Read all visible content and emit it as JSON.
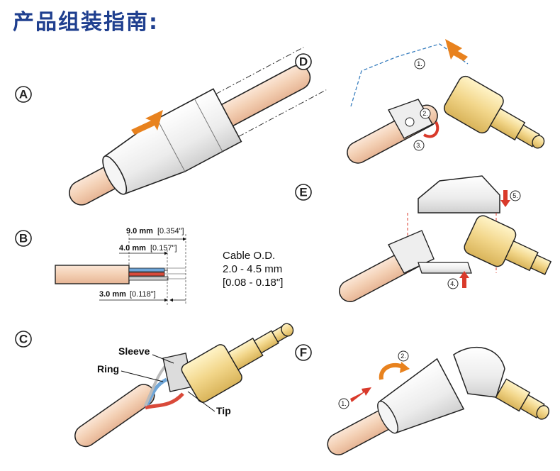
{
  "title": "产品组装指南:",
  "steps": {
    "a": "A",
    "b": "B",
    "c": "C",
    "d": "D",
    "e": "E",
    "f": "F"
  },
  "strip_dims": {
    "d1_value": "9.0 mm",
    "d1_inch": "[0.354\"]",
    "d2_value": "4.0 mm",
    "d2_inch": "[0.157\"]",
    "d3_value": "3.0 mm",
    "d3_inch": "[0.118\"]"
  },
  "cable_spec": {
    "line1": "Cable O.D.",
    "line2": "2.0 - 4.5 mm",
    "line3": "[0.08 - 0.18\"]"
  },
  "wiring_labels": {
    "sleeve": "Sleeve",
    "ring": "Ring",
    "tip": "Tip"
  },
  "sub_steps": {
    "d_1": "1.",
    "d_2": "2.",
    "d_3": "3.",
    "e_4": "4.",
    "e_5": "5.",
    "f_1": "1.",
    "f_2": "2."
  },
  "colors": {
    "title": "#1f3f8f",
    "arrow_orange": "#e8821e",
    "arrow_red": "#d93a2b",
    "cable": "#f3d2b8",
    "gold": "#f2d68a",
    "shell": "#efefef",
    "blue_wire": "#6fa6d8",
    "red_wire": "#d94a3a"
  }
}
